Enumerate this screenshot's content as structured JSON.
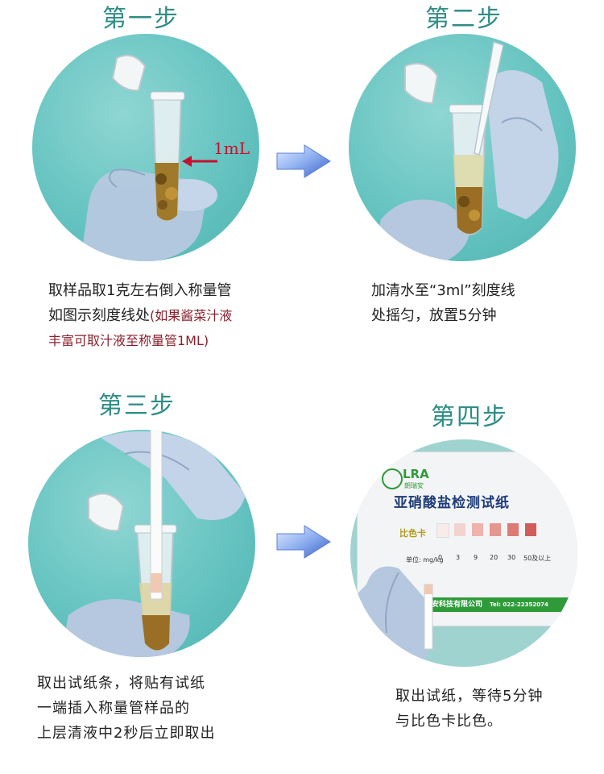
{
  "steps": [
    {
      "title": "第一步",
      "line1": "取样品取1克左右倒入称量管",
      "line2": "如图示刻度线处",
      "note_a": "(如果酱菜汁液",
      "note_b": "丰富可取汁液至称量管1ML)",
      "tube_label": "1mL"
    },
    {
      "title": "第二步",
      "line1": "加清水至“3ml”刻度线",
      "line2": "处摇匀，放置5分钟"
    },
    {
      "title": "第三步",
      "line1": "取出试纸条，将贴有试纸",
      "line2": "一端插入称量管样品的",
      "line3": "上层清液中2秒后立即取出"
    },
    {
      "title": "第四步",
      "line1": "取出试纸，等待5分钟",
      "line2": "与比色卡比色。",
      "package": {
        "brand": "LRA",
        "brand_sub": "朗瑞安",
        "title": "亚硝酸盐检测试纸",
        "card_label": "比色卡",
        "unit_label": "单位: mg/kg",
        "scale": [
          "0",
          "3",
          "9",
          "20",
          "30",
          "50及以上"
        ],
        "company": "天津朗瑞安科技有限公司",
        "phone": "Tel: 022-22352074"
      }
    }
  ],
  "colors": {
    "title": "#2f8d86",
    "circle": "#66c4c1",
    "note": "#8a1f2c",
    "label": "#c8102e",
    "swatches": [
      "#f7ecea",
      "#f3d3cf",
      "#eeb3ac",
      "#e6968f",
      "#de7a74",
      "#d05d5c"
    ]
  },
  "icons": [
    "arrow-right-icon",
    "arrow-right-icon"
  ]
}
